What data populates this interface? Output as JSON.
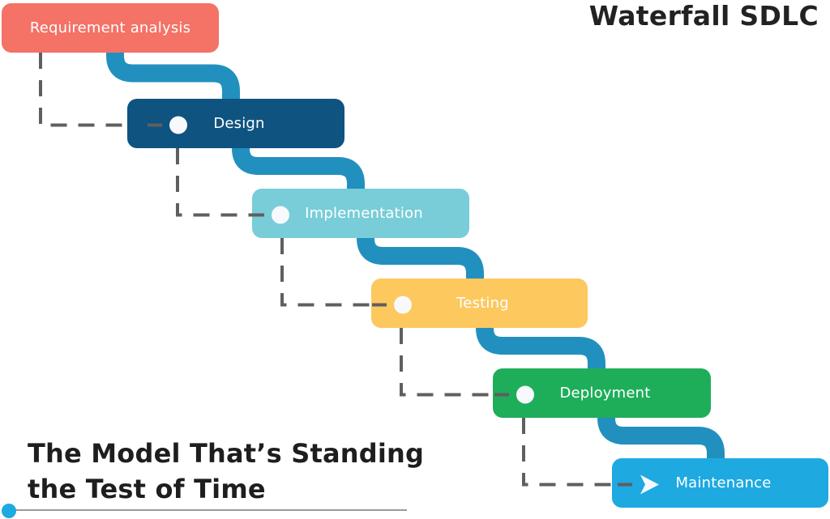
{
  "title": "Waterfall SDLC",
  "subtitle_line1": "The Model That’s Standing",
  "subtitle_line2": "the Test of Time",
  "colors": {
    "pipe": "#2290BE",
    "connector": "#5f5f5f",
    "accent_dot": "#1EA9E1",
    "dot_fill": "#F7F9FC"
  },
  "stages": [
    {
      "label": "Requirement analysis",
      "color": "#F47266",
      "marker": "none"
    },
    {
      "label": "Design",
      "color": "#0F5380",
      "marker": "circle"
    },
    {
      "label": "Implementation",
      "color": "#78CDD8",
      "marker": "circle"
    },
    {
      "label": "Testing",
      "color": "#FDC85E",
      "marker": "circle"
    },
    {
      "label": "Deployment",
      "color": "#1EAE5A",
      "marker": "circle"
    },
    {
      "label": "Maintenance",
      "color": "#1EA9E1",
      "marker": "arrow"
    }
  ]
}
